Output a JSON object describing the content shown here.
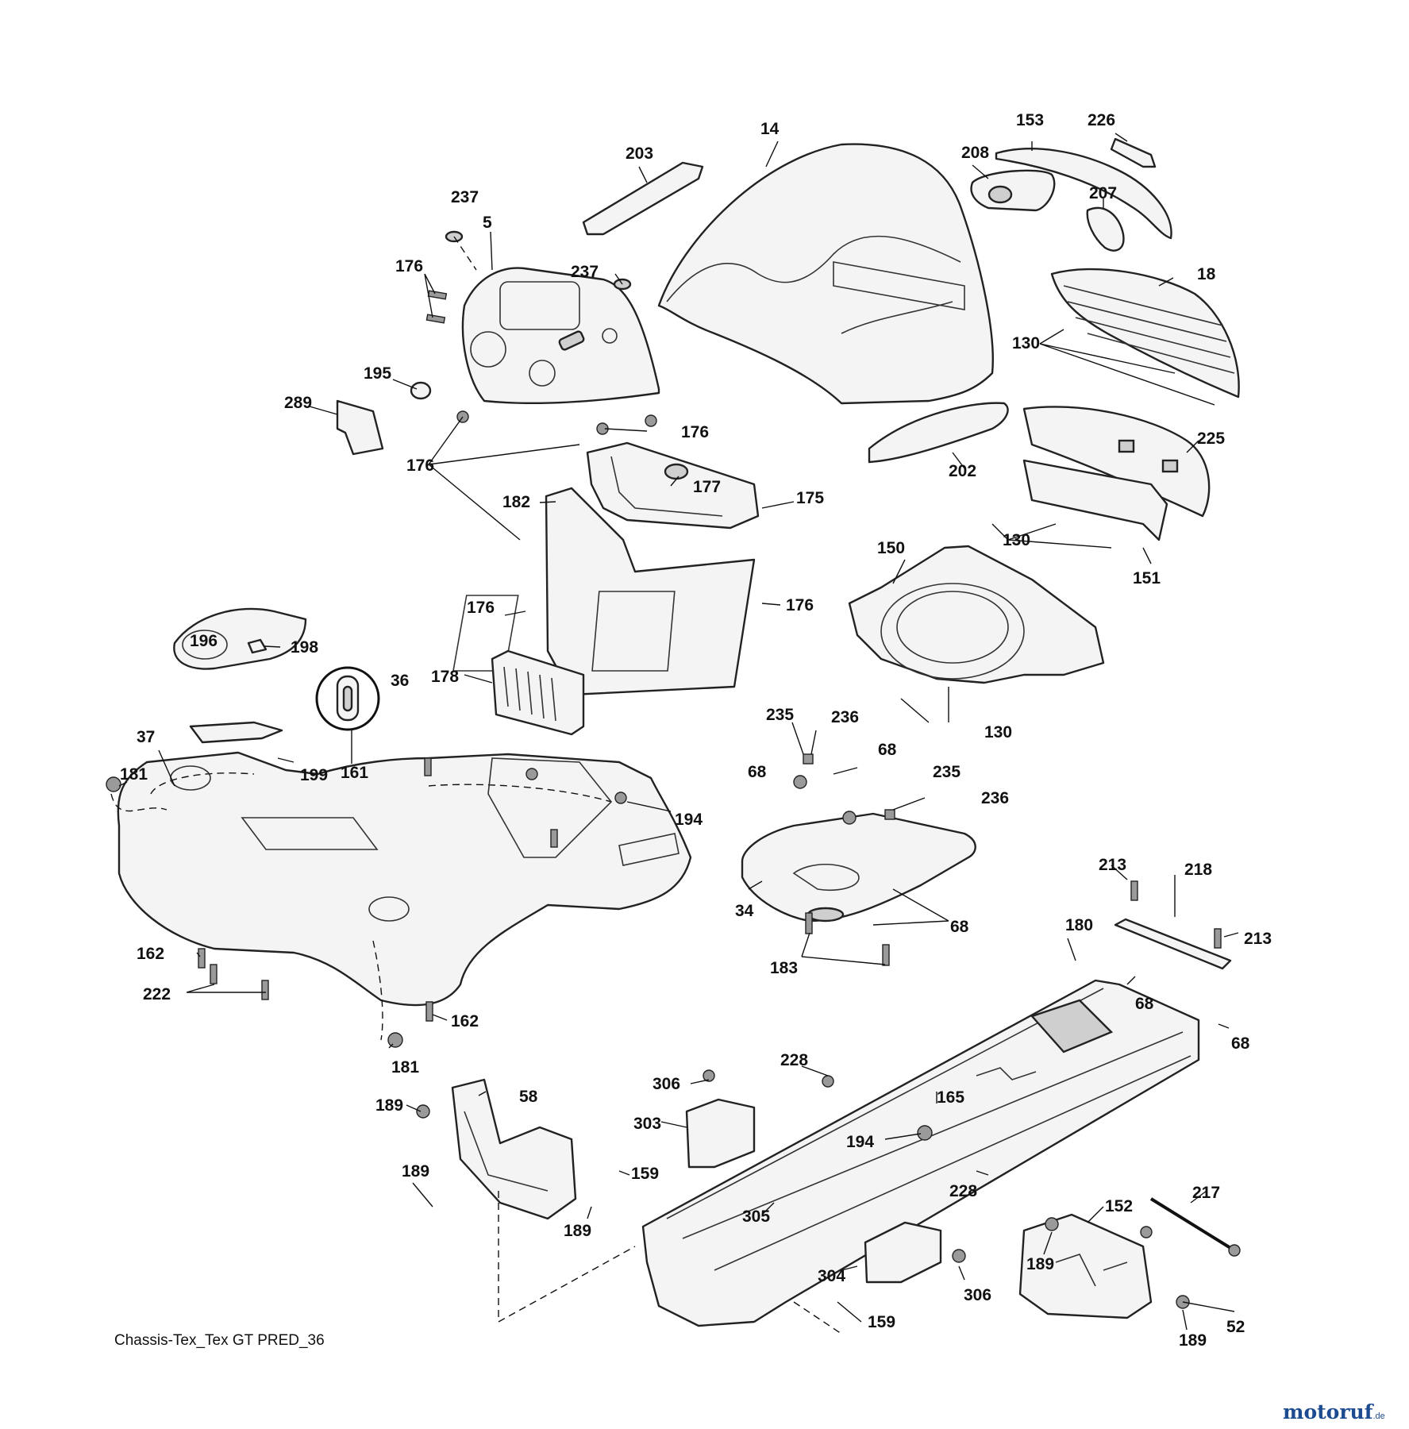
{
  "caption": "Chassis-Tex_Tex GT PRED_36",
  "watermark": {
    "name": "motoruf",
    "tld": ".de",
    "color": "#1d4b8f"
  },
  "callouts": {
    "c14": "14",
    "c203": "203",
    "c208": "208",
    "c153": "153",
    "c226": "226",
    "c207": "207",
    "c237a": "237",
    "c5": "5",
    "c176a": "176",
    "c237b": "237",
    "c18": "18",
    "c130a": "130",
    "c195": "195",
    "c289": "289",
    "c176b": "176",
    "c176c": "176",
    "c177": "177",
    "c175": "175",
    "c182": "182",
    "c202": "202",
    "c225": "225",
    "c130b": "130",
    "c151": "151",
    "c150": "150",
    "c176d": "176",
    "c176e": "176",
    "c196": "196",
    "c198": "198",
    "c36": "36",
    "c178": "178",
    "c130c": "130",
    "c235a": "235",
    "c236a": "236",
    "c37": "37",
    "c181a": "181",
    "c199": "199",
    "c161": "161",
    "c68a": "68",
    "c68b": "68",
    "c235b": "235",
    "c194a": "194",
    "c236b": "236",
    "c213a": "213",
    "c218": "218",
    "c34": "34",
    "c68c": "68",
    "c180": "180",
    "c213b": "213",
    "c162a": "162",
    "c183": "183",
    "c68d": "68",
    "c222": "222",
    "c68e": "68",
    "c162b": "162",
    "c181b": "181",
    "c228a": "228",
    "c306a": "306",
    "c58": "58",
    "c165": "165",
    "c189a": "189",
    "c303": "303",
    "c194b": "194",
    "c189b": "189",
    "c159a": "159",
    "c228b": "228",
    "c217": "217",
    "c305": "305",
    "c152": "152",
    "c189c": "189",
    "c304": "304",
    "c189d": "189",
    "c306b": "306",
    "c52": "52",
    "c189e": "189",
    "c159b": "159"
  }
}
